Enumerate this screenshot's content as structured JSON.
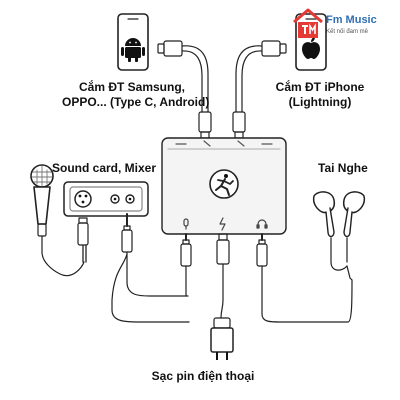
{
  "brand": {
    "name": "Fm Music",
    "tagline": "Kết nối đam mê",
    "colors": {
      "red": "#e53935",
      "blue": "#2f6fb3"
    }
  },
  "labels": {
    "android": [
      "Cắm ĐT Samsung,",
      "OPPO... (Type C, Android)"
    ],
    "iphone": [
      "Cắm ĐT iPhone",
      "(Lightning)"
    ],
    "soundcard": "Sound card, Mixer",
    "headphones": "Tai Nghe",
    "charger": "Sạc pin điện thoại"
  },
  "icons": {
    "android_phone": "android-logo-icon",
    "iphone": "apple-logo-icon",
    "mixer": "mackie-running-man-logo-icon",
    "microphone": "microphone-icon",
    "soundcard": "xlr-jack-soundcard-icon",
    "headphones": "earbuds-icon",
    "charger": "wall-charger-icon"
  },
  "colors": {
    "line": "#222222",
    "device_fill": "#f3f3f3",
    "background": "#ffffff"
  }
}
